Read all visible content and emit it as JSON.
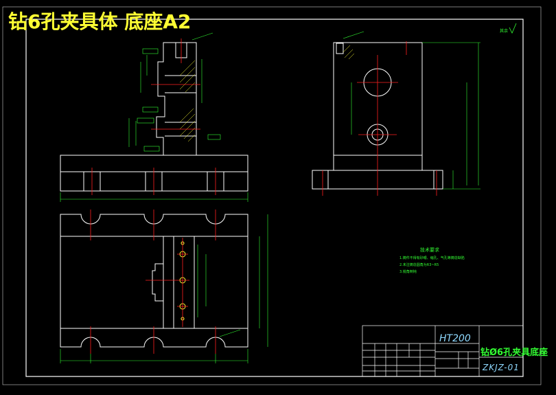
{
  "drawing": {
    "title": "钻6孔夹具体  底座A2",
    "roughness_note": "其余"
  },
  "title_block": {
    "material": "HT200",
    "part_name": "钻Ø6孔夹具底座",
    "drawing_number": "ZKJZ-01"
  },
  "tech_requirements": {
    "heading": "技术要求",
    "items": [
      "1.铸件不得有砂眼、缩孔、气孔等铸造缺陷",
      "2.未注铸造圆角为R3~R5",
      "3.锐角倒钝"
    ]
  },
  "colors": {
    "background": "#000000",
    "outline": "#ffffff",
    "center_line": "#ff2020",
    "dimension": "#33ff33",
    "title": "#ffff33",
    "hatch": "#ffff33"
  }
}
